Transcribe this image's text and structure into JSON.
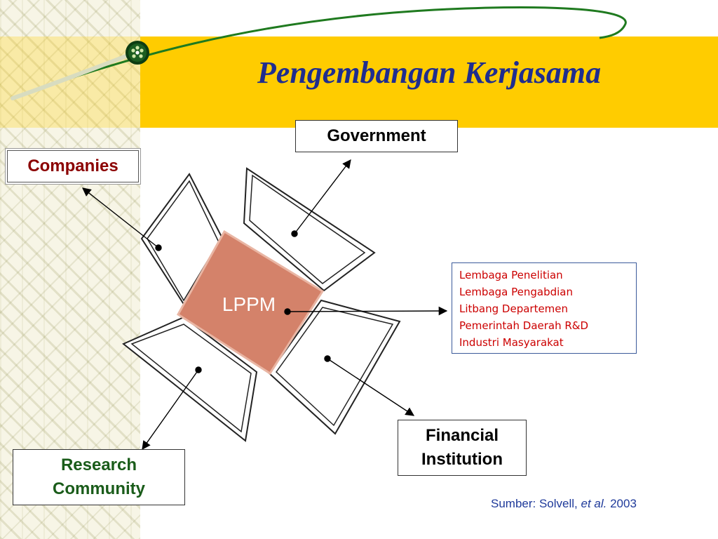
{
  "title": "Pengembangan Kerjasama",
  "center": {
    "label": "LPPM"
  },
  "nodes": {
    "government": "Government",
    "companies": "Companies",
    "financial": "Financial\nInstitution",
    "research": "Research\nCommunity"
  },
  "institutions": [
    "Lembaga Penelitian",
    "Lembaga Pengabdian",
    "Litbang Departemen",
    "Pemerintah Daerah R&D",
    "Industri Masyarakat"
  ],
  "source": {
    "prefix": "Sumber: Solvell, ",
    "italic": "et al.",
    "year": " 2003"
  },
  "colors": {
    "band": "#ffcc00",
    "title": "#1f2d8f",
    "center_fill": "#d4826a",
    "companies": "#8b0000",
    "research": "#1a5c1a",
    "institutions": "#cc0000",
    "source": "#1f3a9a",
    "swoosh": "#1f7a1f"
  }
}
